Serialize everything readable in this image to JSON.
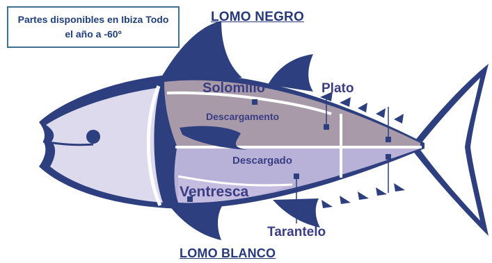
{
  "info_box": {
    "line1": "Partes disponibles en Ibiza Todo",
    "line2": "el año a -60º"
  },
  "headings": {
    "top": "LOMO NEGRO",
    "bottom": "LOMO BLANCO"
  },
  "cuts": {
    "solomillo": "Solomillo",
    "plato": "Plato",
    "descargamento": "Descargamento",
    "descargado": "Descargado",
    "ventresca": "Ventresca",
    "tarantelo": "Tarantelo"
  },
  "colors": {
    "fin_navy": "#2d3f7e",
    "upper_loin": "#a89aa8",
    "lower_loin": "#b9b2d8",
    "head": "#dcdaec"
  }
}
